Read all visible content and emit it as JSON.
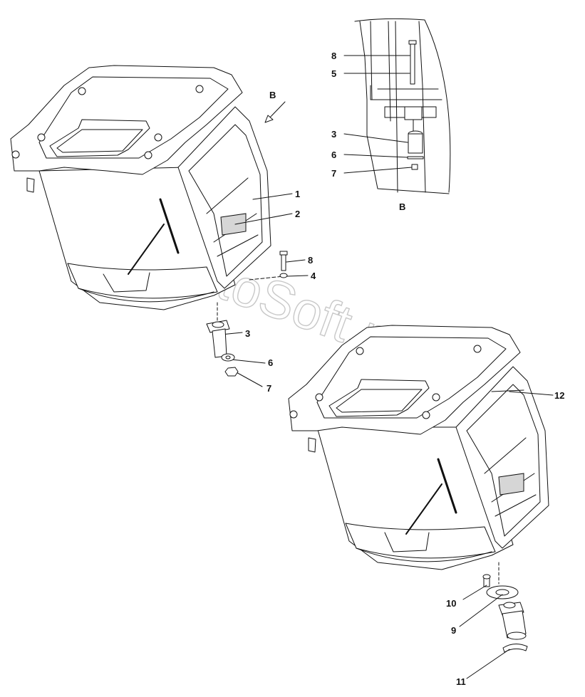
{
  "view_label": "B",
  "watermark": "AutoSoft.ru",
  "callouts": {
    "c1": "1",
    "c2": "2",
    "c3": "3",
    "c4": "4",
    "c6": "6",
    "c7": "7",
    "c8": "8",
    "inset_8": "8",
    "inset_5": "5",
    "inset_3": "3",
    "inset_6": "6",
    "inset_7": "7",
    "inset_caption": "B",
    "c9": "9",
    "c10": "10",
    "c11": "11",
    "c12": "12"
  }
}
